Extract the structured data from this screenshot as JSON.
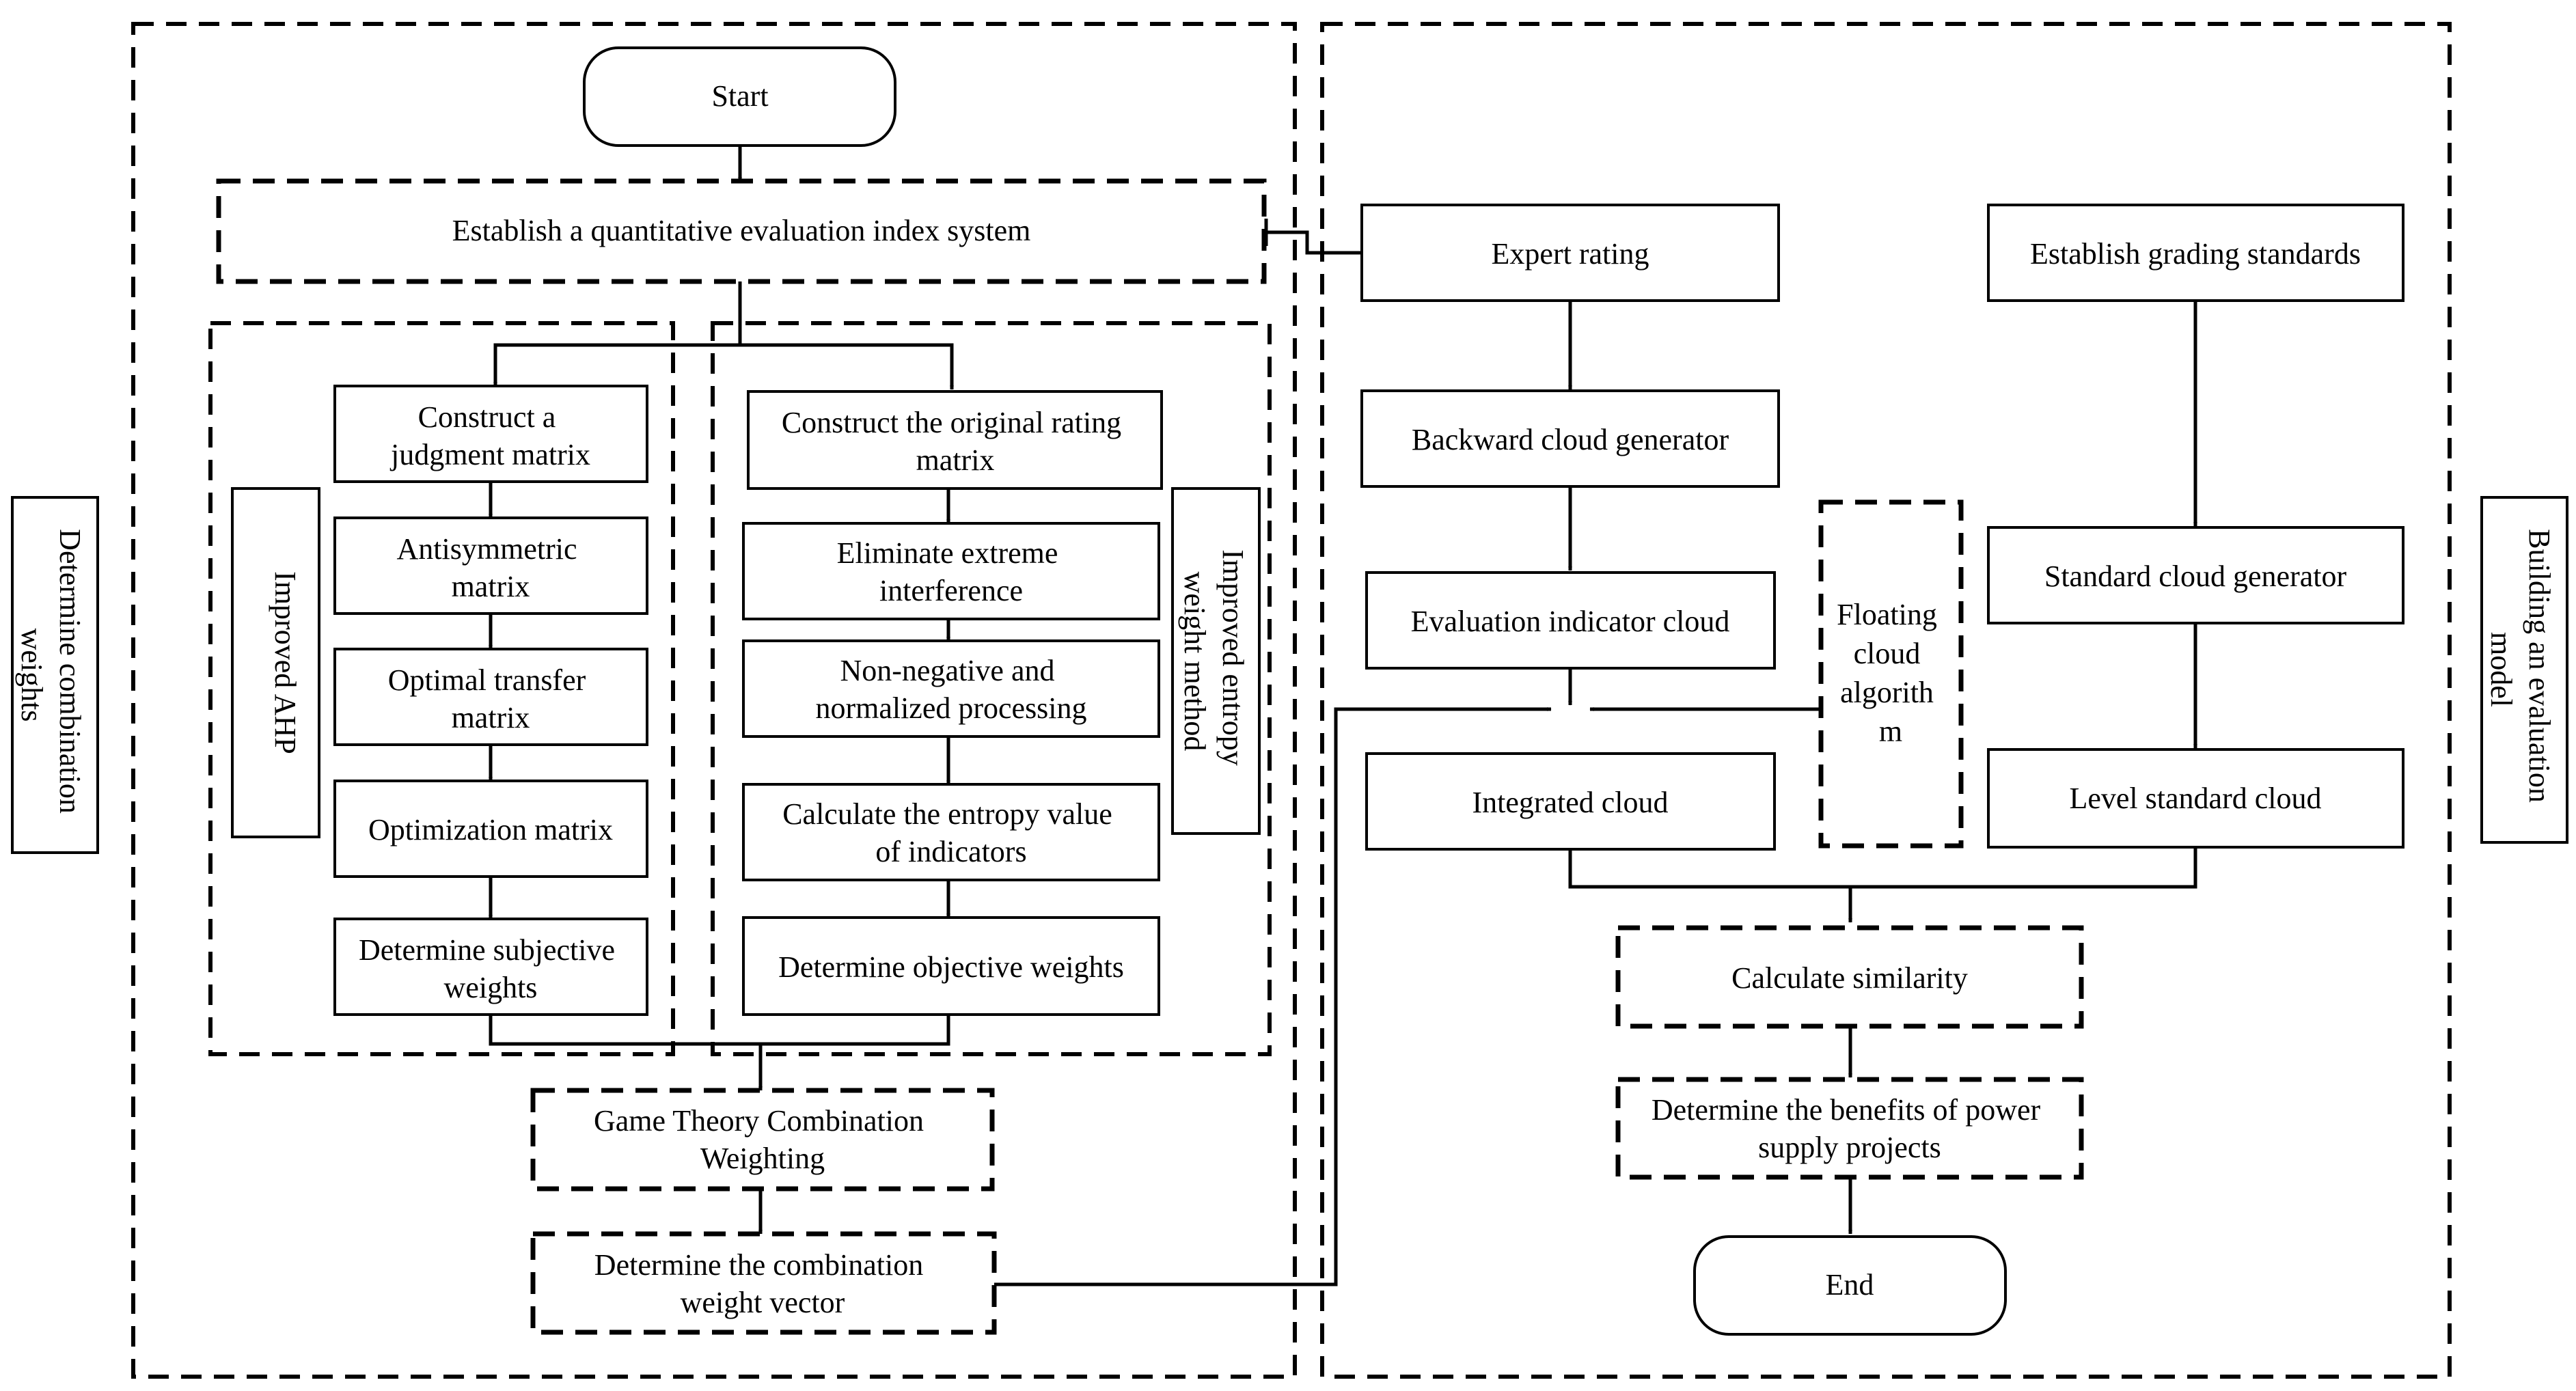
{
  "regions": {
    "left_side_label": [
      "Determine combination",
      "weights"
    ],
    "right_side_label": [
      "Building an evaluation",
      "model"
    ]
  },
  "left_flow": {
    "start": "Start",
    "index_system": "Establish a quantitative evaluation index system",
    "improved_ahp_label": "Improved AHP",
    "ahp_steps": [
      [
        "Construct a",
        "judgment matrix"
      ],
      [
        "Antisymmetric",
        "matrix"
      ],
      [
        "Optimal transfer",
        "matrix"
      ],
      [
        "Optimization matrix"
      ],
      [
        "Determine subjective",
        "weights"
      ]
    ],
    "entropy_label": [
      "Improved entropy",
      "weight method"
    ],
    "entropy_steps": [
      [
        "Construct the original rating",
        "matrix"
      ],
      [
        "Eliminate extreme",
        "interference"
      ],
      [
        "Non-negative and",
        "normalized processing"
      ],
      [
        "Calculate the entropy value",
        "of indicators"
      ],
      [
        "Determine objective weights"
      ]
    ],
    "game_theory": [
      "Game Theory Combination",
      "Weighting"
    ],
    "combination_vector": [
      "Determine the combination",
      "weight vector"
    ]
  },
  "right_flow": {
    "expert_rating": "Expert rating",
    "backward_generator": "Backward cloud generator",
    "indicator_cloud": "Evaluation indicator cloud",
    "integrated_cloud": "Integrated cloud",
    "floating_cloud": [
      "Floating",
      "cloud",
      "algorith",
      "m"
    ],
    "grading_standards": "Establish grading standards",
    "standard_generator": "Standard cloud generator",
    "level_cloud": "Level standard cloud",
    "similarity": "Calculate similarity",
    "benefits": [
      "Determine the benefits of power",
      "supply projects"
    ],
    "end": "End"
  }
}
